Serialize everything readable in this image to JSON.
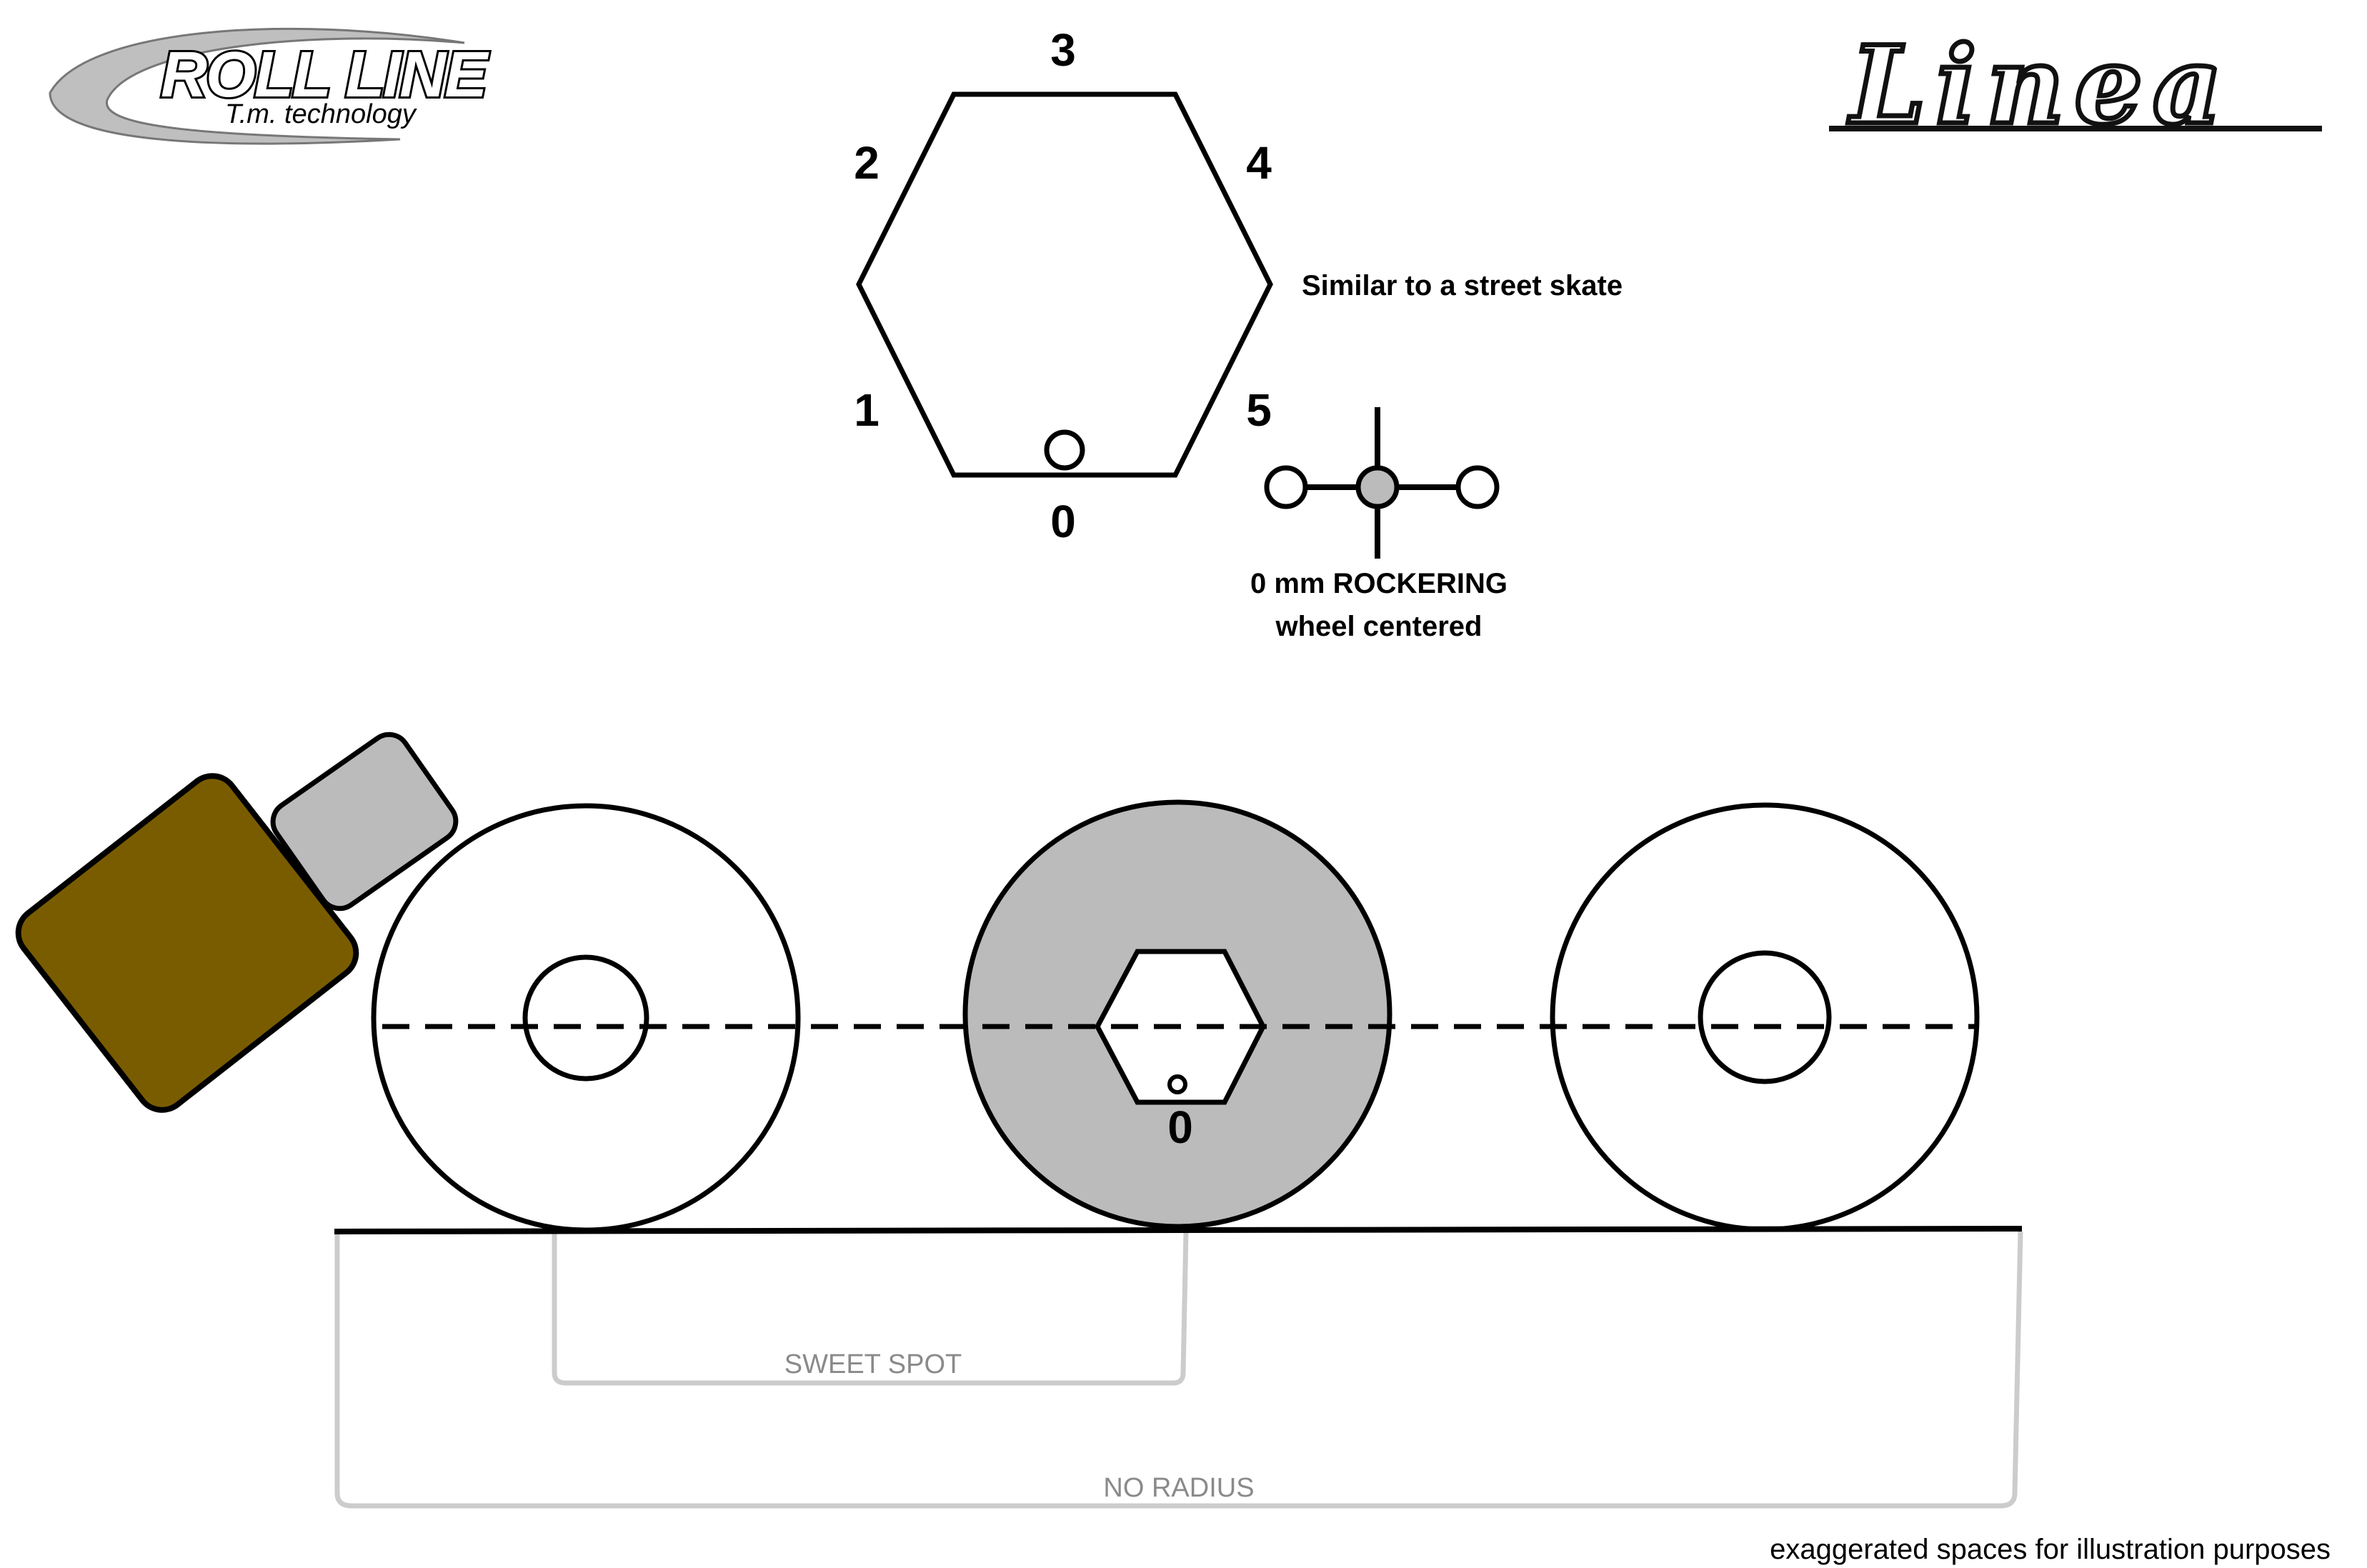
{
  "logo_left": {
    "name": "ROLL LINE",
    "tagline": "T.m. technology"
  },
  "logo_right": {
    "name": "Linea"
  },
  "hexagon": {
    "positions": [
      "0",
      "1",
      "2",
      "3",
      "4",
      "5"
    ],
    "caption": "Similar to a street skate"
  },
  "rockering": {
    "line1": "0 mm ROCKERING",
    "line2": "wheel centered"
  },
  "skate": {
    "center_wheel_position": "0",
    "sweet_spot_label": "SWEET SPOT",
    "no_radius_label": "NO RADIUS"
  },
  "footnote": "exaggerated spaces for illustration purposes",
  "colors": {
    "toe_stop_brown": "#7a5c00",
    "highlight_gray": "#bbbbbb",
    "bracket_gray": "#cccccc",
    "label_gray": "#8a8a8a",
    "stroke": "#000000"
  }
}
